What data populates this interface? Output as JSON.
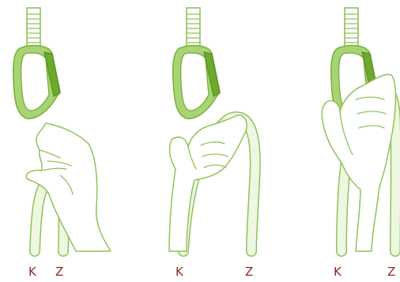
{
  "labels": {
    "panel1": {
      "left": "K",
      "right": "Z"
    },
    "panel2": {
      "left": "K",
      "right": "Z"
    },
    "panel3": {
      "left": "K",
      "right": "Z"
    }
  },
  "colors": {
    "carabiner_fill": "#a9d474",
    "carabiner_gate": "#6fa82f",
    "outline_green": "#8fc25a",
    "rope_core": "#eef7e2",
    "label_color": "#8a2a1f"
  }
}
